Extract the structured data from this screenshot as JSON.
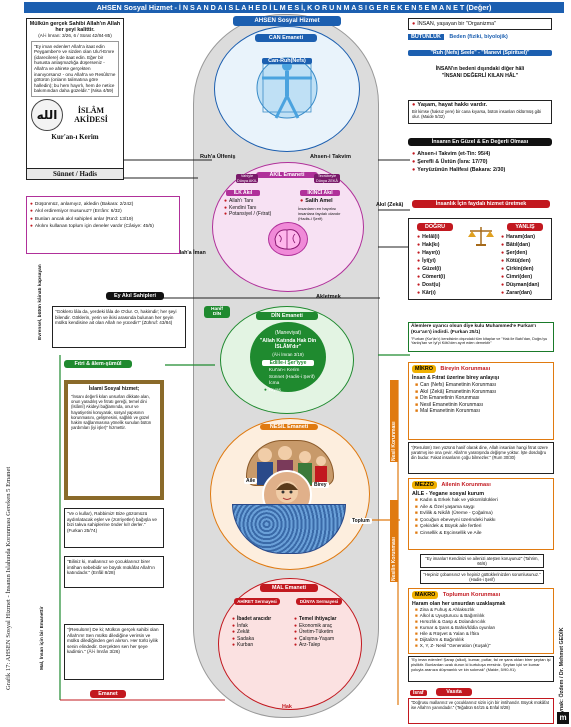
{
  "header": {
    "title": "AHSEN Sosyal Hizmet - İ N S A N D A  I S L A H  E D İ L M E S İ,  K O R U N M A S I  G E R E K E N  5  E M A N E T  (Değer)"
  },
  "side_title": "Grafik 17: AHSEN Sosyal Hizmet - İnsanın Islahında Korunması Gereken 5 Emanet",
  "author": {
    "label": "Kaynak: Özdem / Dr. Mehmet GEDİK",
    "logo": "m"
  },
  "quran_box": {
    "heading": "Mülkün gerçek Sahibi Allah'ın Allah her şeyi kalittir.",
    "heading_ref": "(Al-i İmran: 3/26, 6 / Sürat 42/84-85)",
    "quote": "\"Ey iman edenler! Allah'a itaat edin Peygamber'e ve sizden olan Ulu'l-Emre (idarecilere) de itaat edin. Eğer bir hususta anlaşmazlığa düşerseniz - Allah'a ve ahirete gerçekten inanıyorsanız - onu Allah'a ve Resûlü'ne götürün (onların talimatına göre halledin); bu hem hayırlı, hem de netice bakımından daha güzeldir.\" (Nisa 4/59)",
    "calligraphy": "الله",
    "akide_1": "İSLÂM",
    "akide_2": "AKİDESİ",
    "kuran": "Kur'an-ı Kerim",
    "sunnet": "Sünnet / Hadis"
  },
  "center": {
    "ahsen": "AHSEN Sosyal Hizmet",
    "can": "CAN Emaneti",
    "can_ruh": "Can-Ruh(Nefs)",
    "ruh_ulfeti": "Ruh'a Ülfeniş",
    "ahsen_takvim": "Ahsen-i Takvim",
    "akil": "AKIL Emaneti",
    "ilk_akil": "İLK Akıl",
    "ilk_items": [
      "Allah'ı Tanı",
      "Kendini Tanı",
      "Potansiyel / (Fıtrat)"
    ],
    "ikinci_akil": "İKİNCİ Akıl",
    "salih_amel": "Salih Amel",
    "salih_desc": "İnsanların en hayırlısı insanlara faydalı olandır (Hadis-i Şerif)",
    "iman": "Allah'a İman",
    "vahiy": "Vahiyle Dünya AKIL",
    "tecrube": "Tecrübeyle Dünya ZEKÂ",
    "akletmek": "Akletmek",
    "hanif": "Hanîf DİN",
    "din": "DİN Emaneti",
    "maneviyat": "(Maneviyat)",
    "islam_quote": "\"Allah Katında Hak Din İSLÂM'dır\"",
    "islam_ref": "(Âl-i İmran 3/19)",
    "edille": "Edille-i Şer'iyye",
    "edille_items": [
      "Kur'an-ı Kerim",
      "Sünnet (Hadis-i Şerif)",
      "İcma",
      "Kıyas"
    ],
    "fitri": "Fıtri & âlem-şümûl",
    "nesil": "NESİL Emaneti",
    "aile": "Aile",
    "birey": "Birey",
    "toplum": "Toplum",
    "mal": "MAL Emaneti",
    "ahiret": "AHİRET Sermayesi",
    "dunya": "DÜNYA Sermayesi",
    "ahiret_items": [
      "İbadet aracıdır",
      "İnfak",
      "Zekât",
      "Sadaka",
      "Kurban"
    ],
    "dunya_items": [
      "Temel ihtiyaçlar",
      "Ekonomik araç",
      "Üretim-Tüketim",
      "Çalışma-Yaşam",
      "Arz-Talep"
    ],
    "emanet": "Emanet",
    "israf": "İsraf",
    "hak": "Hak",
    "nesil_korunmasi": "Nesil Korunması",
    "nesil_korunmasi2": "Nesilin Korunması"
  },
  "left": {
    "akil_list": [
      "Düşünmüz, anlamıyız, akledin (Bakara: 2/242)",
      "Akıl erdiremiyor musunuz? (En'âm: 6/32)",
      "Bunları ancak akıl sahipleri anlar (Ra'd: 13/19)",
      "Akılını kullanan toplum için deneler vardır (Câsiye: 45/5)"
    ],
    "akil_sahipleri": "Ey Akıl Sahipleri",
    "evrensel": "Evrensel, bütün kâinatı kapsayan",
    "secde_quote": "\"Göklerü lâla da, yerdeki lâla de O'dur. O, hakimdir; her şeyi bilendir. Göklerin, yerin ve ikisi arasında bulunan her şeyin mülkü kendisine ait olan Allah ne yücedir!\" (Zühruf: 43/84)",
    "hizmet_title": "İslami Sosyal hizmet;",
    "hizmet_text": "\"İnsanı değerli kılan unsurları dikkate alan, onun yaradılış ve fıtratı gereği, temel dini (İslâmî) Akideyi bağlamında, onur ve hayatiyetini koruyarak, sosyal yapısının korunmasını, gelişmesini, sağlıklı ve güzel hakim sağlanmasına yönelik sunulan bütün yardımları (iyi işler)\" hizmettir.",
    "nisa_quote": "\"Ve o kullar), Rabbimiz! Bize gözümüzü aydınlatacak eşler ve (zürriyetler) bağışla ve bizi takva sahiplerine önder kıl! derler.\" (Furkan 25/74)",
    "enfal_quote": "\"Biliniz ki, mallarınız ve çocuklarınız birer imtihan sebebidir ve büyük mükâfat Allah'ın katındadır.\" (Enfâl 8/28)",
    "imran_quote": "\"(Resulüm!) De ki; Mülkün gerçek sahibi olan Allah'ım! Sen mülkü dilediğine verirsin ve mülkü dilediğinden geri alırsın. Her türlü iyilik senin elindedir. Gerçekten sen her şeye kadirsin.\" (Âl-i İmrân 3/26)",
    "emanet_tag": "Emanet",
    "mal_vertical": "Mal, İnsan için bir Emanettir"
  },
  "right": {
    "insan_org": "İNSAN, yaşayan bir \"Organizma\"",
    "butunluk": "BÜTÜNLÜK",
    "beden": "Beden (fiziki, biyolojik)",
    "ruh_nefs": "\"Ruh (Nefs) Seele\" - \"Manevi (Spirituel)\"",
    "degerli_1": "İNSAN'ın bedeni dışındaki diğer hâli",
    "degerli_2": "\"İNSANI DEĞERLİ KILAN HÂL\"",
    "yasam": "Yaşam, hayat hakkı vardır.",
    "yasam_desc": "Bir kimse (haksız yere) bir cana kıyarsa, bütün insanları öldürmüş gibi olur. (Maide 5/32)",
    "en_guzel": "İnsanın En Güzel & En Değerli Olması",
    "guzel_items": [
      "Ahsen-i Takvim (et-Tin: 95/4)",
      "Şerefli & Üstün (İsra: 17/70)",
      "Yeryüzünün Halifesi (Bakara: 2/30)"
    ],
    "akil_zeka": "Akıl (Zekâ)",
    "fayda": "İnsanlık İçin faydalı hizmet üretmek",
    "dogru": "DOĞRU",
    "yanlis": "YANLIŞ",
    "dogru_items": [
      "Helâl(i)",
      "Hak(kı)",
      "Hayır(ı)",
      "İyi(yi)",
      "Güzel(i)",
      "Cömert(i)",
      "Dost(u)",
      "Kâr(ı)"
    ],
    "yanlis_items": [
      "Haram(dan)",
      "Bâtıl(dan)",
      "Şer(den)",
      "Kötü(den)",
      "Çirkin(den)",
      "Cimri(den)",
      "Düşman(dan)",
      "Zarar(dan)"
    ],
    "alemlere": "Âlemlere uyarıcı olsun diye kulu Muhammed'e Furkan'ı (Kur'an'ı) indirdi. (Furkan 25/1)",
    "alemlere_sub": "\"Furkan (Kur'ân'ı) kendisinin dışındaki tüm kitaplar ve \"Hak ile Batıl'dan, Doğru'yu Yanlış'tan ve İyi'yi Kötü'den ayırt eden demektir\"",
    "mikro": "MİKRO",
    "birey_korunmasi": "Bireyin Korunması",
    "birey_title": "İnsan & Fıtrat üzerine birey anlayışı",
    "birey_items": [
      "Can (Nefs) Emanetinin Korunması",
      "Akıl (Zekâ) Emanetinin Korunması",
      "Din Emanetinin Korunması",
      "Nesil Emanetinin Korunması",
      "Mal Emanetinin Korunması"
    ],
    "rum_quote": "\"(Resulüm) Sen yüzünü hanif olarak dine, Allah insanları hangi fıtrat üzere yaratmış ise ona çevir. Allah'ın yaratışında değişme yoktur. İşte dosdoğru din budur. Fakat insanların çoğu bilmezler.\" (Rum 30/30)",
    "mezzo": "MEZZO",
    "aile_korunmasi": "Ailenin Korunması",
    "aile_title": "AİLE - Yegane sosyal kurum",
    "aile_items": [
      "Kadın & Erkek hak ve yükümlülükleri",
      "Aile & Özel yaşama saygı",
      "Evlilik & Nikâh (Üreme - Çoğalma)",
      "Çocuğun ebeveyni üzerindeki hakkı",
      "Çekirdek & Büyük aile fertleri",
      "Cinsellik & Eşcinsellik ve Aile"
    ],
    "tahrim_quote": "\"Ey imanlar! Kendinizi ve ailenizi ateşten koruyunuz\" (Tahrim, 66/6)",
    "hadis_quote": "\"Hepiniz çobansınız ve hepiniz güttüklerinizden sorumlusunuz.\" (Hadis-i Şerif)",
    "makro": "MAKRO",
    "toplum_korunmasi": "Toplumun Korunması",
    "toplum_title": "Haram olan her unsurdan uzaklaşmak",
    "toplum_items": [
      "Zina & Fuhuş & Ahlaksızlık",
      "Alkol & Uyuşturucu & Bağımlılık",
      "Hırsızlık & Gasp & Dolandırıcılık",
      "Kumar & Şans & Bahis/İddia oyunları",
      "Hile & Rüşvet & Yalan & İftira",
      "Dijitalizm & Bağımlılık",
      "X, Y, Z- Nesil \"Generation (Kuşak)\""
    ],
    "maide_quote": "\"Ey iman edenler! Şarap (alkol), kumar, putlar, fal ve şans okları birer şeytan işi pisliktir. Bunlardan uzak durun ki kurtuluşa eresiniz. Şeytan içki ve kumar yoluyla aranıza düşmanlık ve kin sokmak\" (Maide, 5/90-91)",
    "vasita": "Vasıta",
    "enfal_box": "\"Doğrusu mallarınız ve çocuklarınız sizin için bir imtihandır. Büyük mükâfat ise Allah'ın yanındadır.\" (Teğabün 64/15 & Enfal 8/28)"
  }
}
